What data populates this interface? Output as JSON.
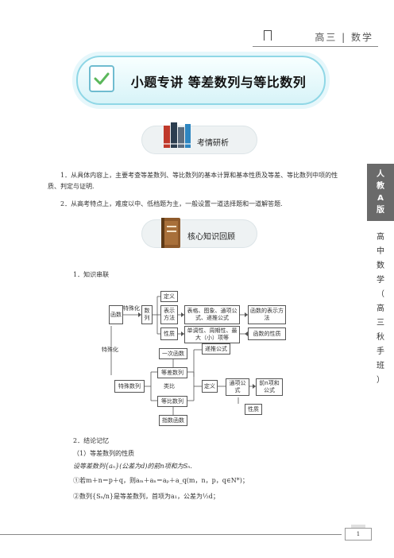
{
  "header": {
    "text": "高三 | 数学"
  },
  "banner": {
    "title": "小题专讲  等差数列与等比数列"
  },
  "section1": {
    "title": "考情研析"
  },
  "analysis": {
    "p1": "1．从具体内容上，主要考查等差数列、等比数列的基本计算和基本性质及等差、等比数列中项的性质、判定与证明.",
    "p2": "2．从高考特点上，难度以中、低档题为主，一般设置一道选择题和一道解答题."
  },
  "section2": {
    "title": "核心知识回顾"
  },
  "knowledge": {
    "heading": "1．知识串联"
  },
  "diagram": {
    "shulie": "函数",
    "teshuhua1": "特殊化",
    "shulie2": "数列",
    "dingyi": "定义",
    "biaoshi": "表示方法",
    "biaoshi_detail": "表格、图象、通项公式、递推公式",
    "fangfa": "函数的表示方法",
    "xingzhi": "性质",
    "xingzhi_detail": "单调性、周期性、最大（小）项等",
    "hanshu_xingzhi": "函数的性质",
    "teshuhua2": "特殊化",
    "yici": "一次函数",
    "dengcha": "等差数列",
    "dituigs": "递推公式",
    "teshushulie": "特殊数列",
    "leibi": "类比",
    "dingyi2": "定义",
    "tongxiang": "通项公式",
    "qianN": "前n项和公式",
    "dengbi": "等比数列",
    "xingzhi2": "性质",
    "zhishu": "指数函数"
  },
  "conclusion": {
    "heading": "2．结论记忆",
    "sub": "（1）等差数列的性质",
    "line1": "设等差数列{aₙ}(公差为d)的前n项和为Sₙ.",
    "line2": "①若m＋n＝p＋q，则aₘ＋aₙ＝aₚ＋a_q(m，n，p，q∈N*)；",
    "line3": "②数列{Sₙ/n}是等差数列，首项为a₁，公差为½d；"
  },
  "side": {
    "tab": "人\n教\nA\n版",
    "vertical": "高\n中\n数\n学\n（\n高\n三\n秋\n手\n班\n）"
  },
  "footer": {
    "page": "1"
  }
}
